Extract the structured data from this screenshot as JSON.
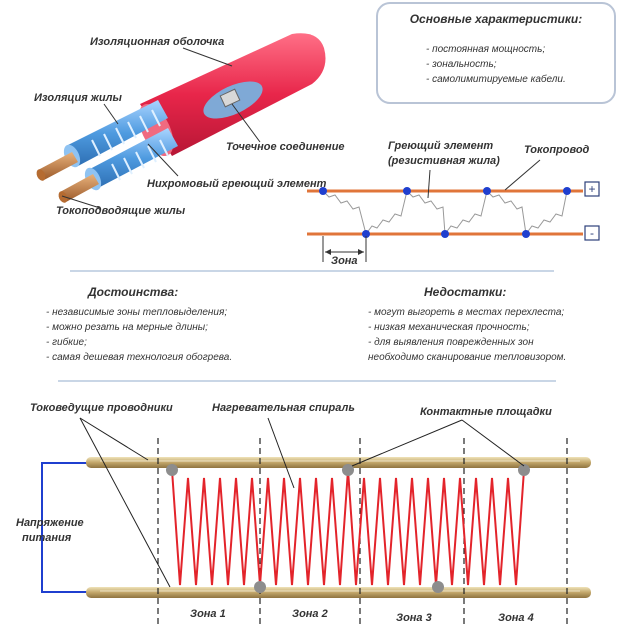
{
  "cable": {
    "labels": {
      "sheath": "Изоляционная оболочка",
      "core_insulation": "Изоляция жилы",
      "nichrome": "Нихромовый греющий элемент",
      "conductors": "Токоподводящие жилы",
      "point_joint": "Точечное соединение"
    }
  },
  "characteristics": {
    "title": "Основные характеристики:",
    "items": [
      "- постоянная мощность;",
      "- зональность;",
      "- самолимитируемые кабели."
    ]
  },
  "zone_diagram": {
    "heating_element": "Греющий элемент",
    "resistive_core": "(резистивная жила)",
    "conductor": "Токопровод",
    "plus": "+",
    "minus": "-",
    "zone": "Зона"
  },
  "pros": {
    "title": "Достоинства:",
    "items": [
      "- независимые зоны тепловыделения;",
      "- можно резать на мерные длины;",
      "- гибкие;",
      "- самая дешевая технология обогрева."
    ]
  },
  "cons": {
    "title": "Недостатки:",
    "items": [
      "- могут выгореть в местах перехлеста;",
      "- низкая механическая прочность;",
      "- для выявления поврежденных зон",
      "необходимо сканирование тепловизором."
    ]
  },
  "bottom": {
    "conductors_label": "Токоведущие проводники",
    "spiral_label": "Нагревательная спираль",
    "contacts_label": "Контактные площадки",
    "supply_label_1": "Напряжение",
    "supply_label_2": "питания",
    "zones": [
      "Зона 1",
      "Зона 2",
      "Зона 3",
      "Зона 4"
    ]
  },
  "colors": {
    "sheath_red": "#e8264a",
    "insulation_blue": "#5aa6e6",
    "bus_orange": "#e0753a",
    "node_blue": "#1f3fcf",
    "spiral_red": "#e3242b",
    "wire_gold": "#c9b27a",
    "contact_gray": "#8d8d8d"
  }
}
